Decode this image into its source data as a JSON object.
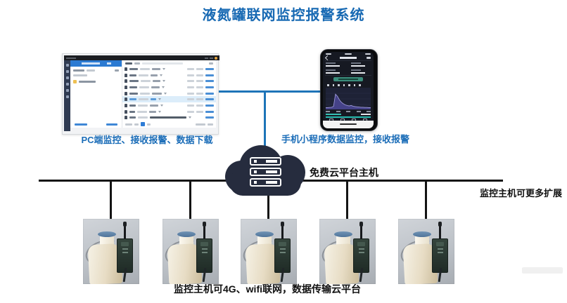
{
  "title": "液氮罐联网监控报警系统",
  "captions": {
    "pc": "PC端监控、接收报警、数据下载",
    "phone": "手机小程序数据监控，接收报警",
    "cloud": "免费云平台主机",
    "expand": "监控主机可更多扩展",
    "bottom": "监控主机可4G、wifi联网，数据传输云平台"
  },
  "colors": {
    "title_blue": "#1769b3",
    "caption_blue": "#1b6db8",
    "connector_blue": "#1e74b8",
    "line_black": "#141414",
    "cloud_navy": "#262c3e",
    "pc_header_blue": "#2b7ad2",
    "teal_accent": "#29bdb2",
    "chart_purple": "#4c4896"
  },
  "icons": {
    "cloud": "cloud-icon",
    "server": "server-rack-icon",
    "antenna": "antenna-icon",
    "folder": "folder-icon",
    "back": "chevron-left-icon"
  },
  "pc_window": {
    "row_count": 9,
    "highlighted_row": 6,
    "wide_text_row": 9
  },
  "phone": {
    "chart": {
      "type": "area",
      "values": [
        8,
        8,
        9,
        10,
        14,
        70,
        60,
        44,
        33,
        26,
        21,
        18,
        16,
        18,
        15,
        13,
        12,
        11,
        10,
        10,
        9,
        9,
        8,
        8
      ]
    }
  },
  "tanks": {
    "count": 5
  }
}
